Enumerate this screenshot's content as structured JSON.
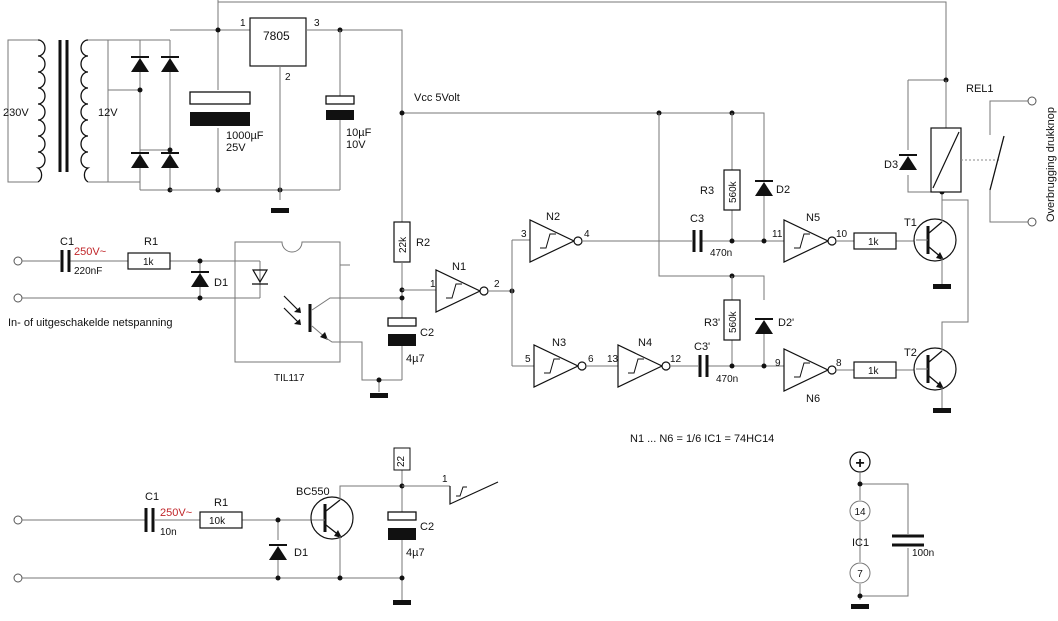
{
  "labels": {
    "mains": "230V",
    "secondary": "12V",
    "regulator": "7805",
    "reg_pin1": "1",
    "reg_pin2": "2",
    "reg_pin3": "3",
    "cap_main": "1000µF",
    "cap_main_v": "25V",
    "cap_reg": "10µF",
    "cap_reg_v": "10V",
    "vcc": "Vcc  5Volt",
    "c1": "C1",
    "c1_v": "250V~",
    "c1_val": "220nF",
    "r1": "R1",
    "r1_val": "1k",
    "d1": "D1",
    "input_note": "In- of uitgeschakelde netspanning",
    "opto": "TIL117",
    "r2_val": "22k",
    "r2": "R2",
    "c2": "C2",
    "c2_val": "4µ7",
    "n1": "N1",
    "n2": "N2",
    "n3": "N3",
    "n4": "N4",
    "n5": "N5",
    "n6": "N6",
    "p1": "1",
    "p2": "2",
    "p3": "3",
    "p4": "4",
    "p5": "5",
    "p6": "6",
    "p8": "8",
    "p9": "9",
    "p10": "10",
    "p11": "11",
    "p12": "12",
    "p13": "13",
    "c3": "C3",
    "c3_val": "470n",
    "c3b": "C3'",
    "c3b_val": "470n",
    "r3": "R3",
    "r3_val": "560k",
    "r3b": "R3'",
    "r3b_val": "560k",
    "d2": "D2",
    "d2b": "D2'",
    "r_t1": "1k",
    "r_t2": "1k",
    "t1": "T1",
    "t2": "T2",
    "d3": "D3",
    "rel": "REL1",
    "bypass": "Overbrugging drukknop",
    "gate_note": "N1 ... N6 = 1/6 IC1 = 74HC14",
    "ic_plus": "+",
    "ic_pin14": "14",
    "ic_name": "IC1",
    "ic_pin7": "7",
    "ic_cap": "100n",
    "alt_c1": "C1",
    "alt_c1_v": "250V~",
    "alt_c1_val": "10n",
    "alt_r1": "R1",
    "alt_r1_val": "10k",
    "alt_d1": "D1",
    "alt_transistor": "BC550",
    "alt_r_val": "22",
    "alt_pin1": "1",
    "alt_c2": "C2",
    "alt_c2_val": "4µ7"
  }
}
